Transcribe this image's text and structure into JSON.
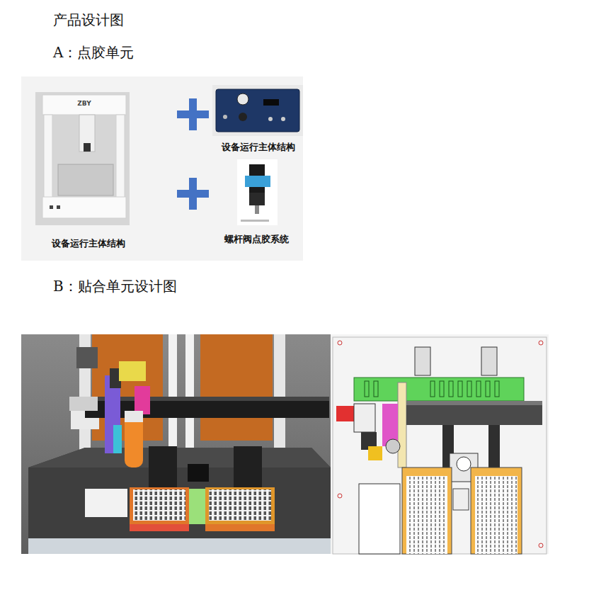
{
  "diagram": {
    "title": "产品设计图",
    "labels": [
      "A：点胶单元",
      "设备运行主体结构",
      "设备运行主体结构",
      "螺杆阀点胶系统",
      "B：贴合单元设计图",
      "ZBY"
    ]
  }
}
